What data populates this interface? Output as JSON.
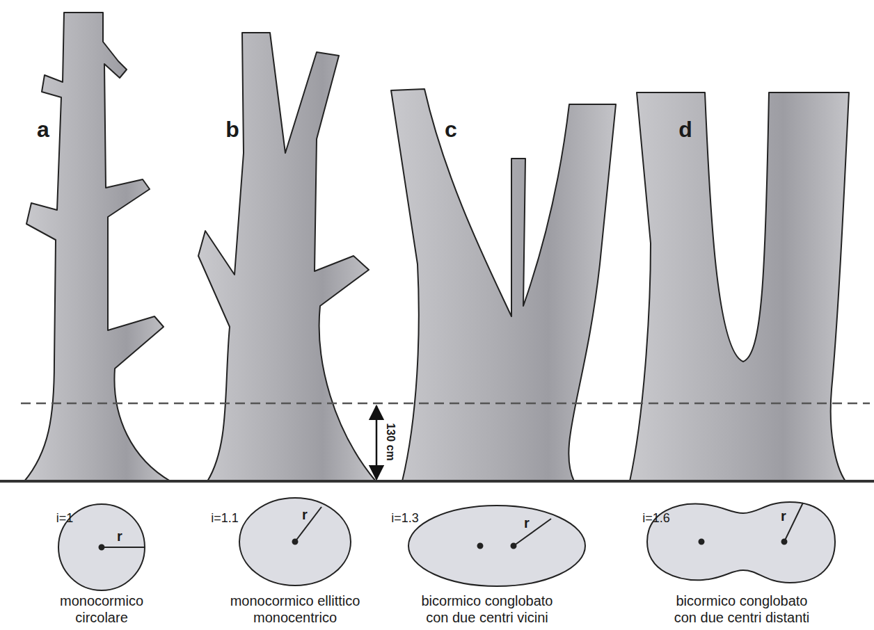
{
  "diagram": {
    "labels": [
      "a",
      "b",
      "c",
      "d",
      "130 cm",
      "i=1",
      "r",
      "monocormico circolare",
      "i=1.1",
      "r",
      "monocormico ellittico monocentrico",
      "i=1.3",
      "r",
      "bicormico conglobato con due centri vicini",
      "i=1.6",
      "r",
      "bicormico conglobato con due centri distanti"
    ]
  }
}
